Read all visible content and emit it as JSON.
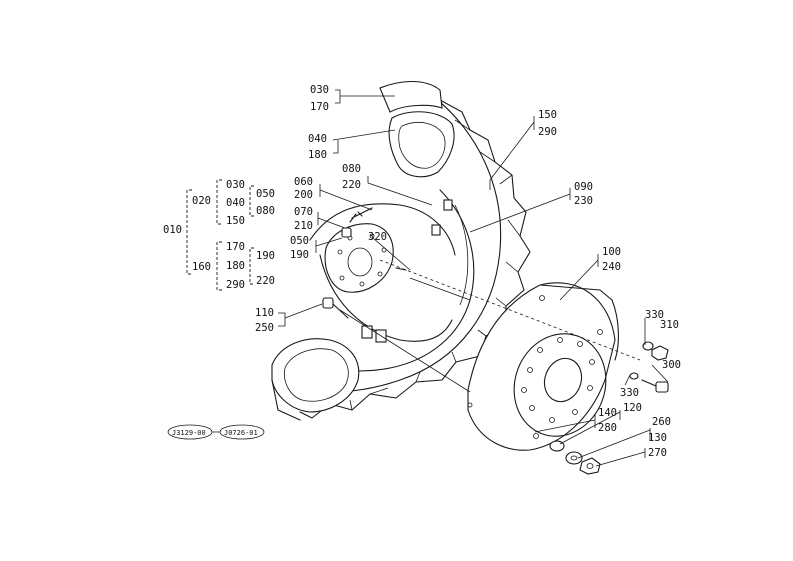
{
  "callouts": {
    "c030": "030",
    "c170": "170",
    "c040": "040",
    "c180": "180",
    "c080": "080",
    "c220": "220",
    "c060": "060",
    "c200": "200",
    "c070": "070",
    "c210": "210",
    "c050": "050",
    "c190": "190",
    "c320": "320",
    "c110": "110",
    "c250": "250",
    "c150": "150",
    "c290": "290",
    "c090": "090",
    "c230": "230",
    "c100": "100",
    "c240": "240",
    "c330a": "330",
    "c310": "310",
    "c300": "300",
    "c330b": "330",
    "c140": "140",
    "c280": "280",
    "c120": "120",
    "c260": "260",
    "c130": "130",
    "c270": "270"
  },
  "tree": {
    "root": "010",
    "g1": "020",
    "g1a": "030",
    "g1b": "040",
    "g1c": "150",
    "g1d": "050",
    "g1e": "080",
    "g2": "160",
    "g2a": "170",
    "g2b": "180",
    "g2c": "290",
    "g2d": "190",
    "g2e": "220"
  },
  "refs": {
    "left": "J3129-00",
    "right": "J0726-01"
  }
}
